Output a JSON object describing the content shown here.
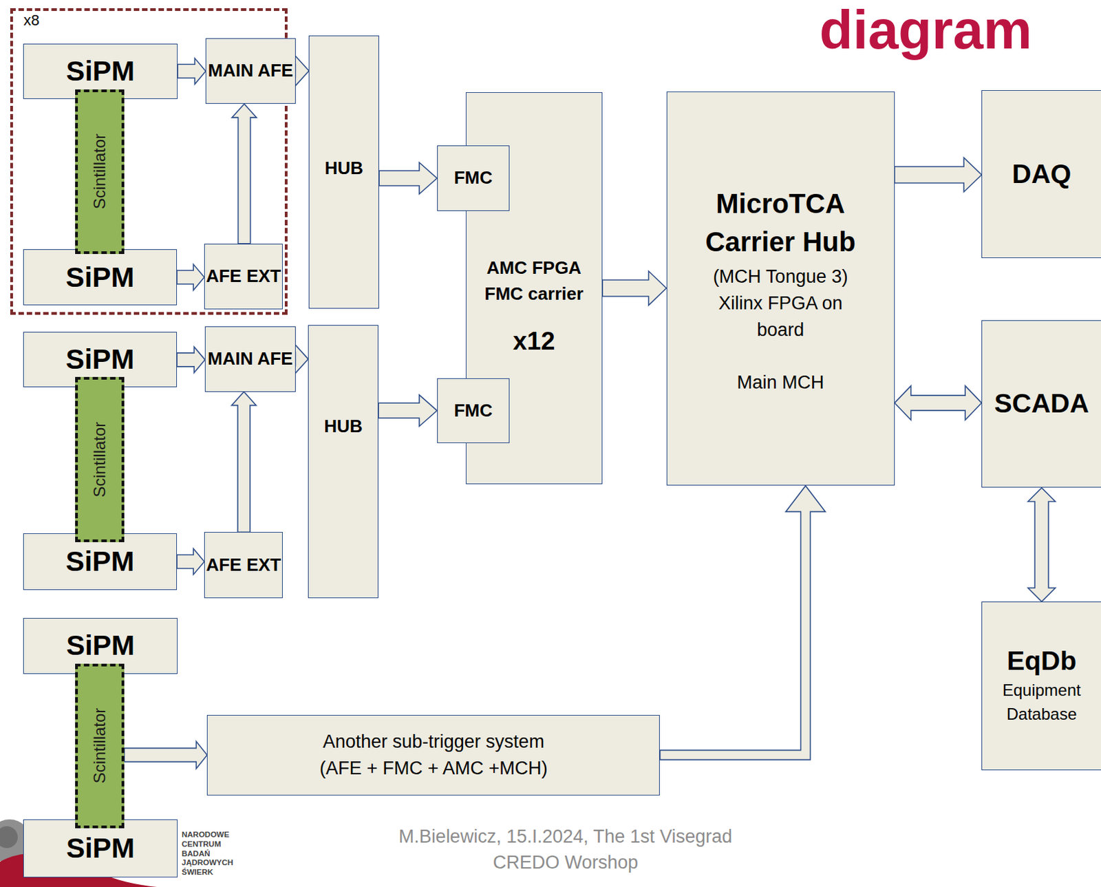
{
  "diagram": {
    "title": "diagram",
    "caption": "M.Bielewicz, 15.I.2024, The 1st Visegrad CREDO Worshop",
    "nodes": [
      {
        "text": [
          "x8"
        ]
      },
      {
        "text": [
          "SiPM"
        ],
        "in": 0
      },
      {
        "text": [
          "MAIN AFE"
        ],
        "in": 0
      },
      {
        "text": [
          "Scintillator"
        ],
        "in": 0
      },
      {
        "text": [
          "SiPM"
        ],
        "in": 0
      },
      {
        "text": [
          "AFE EXT"
        ],
        "in": 0
      },
      {
        "text": [
          "HUB"
        ]
      },
      {
        "text": [
          "SiPM"
        ]
      },
      {
        "text": [
          "MAIN AFE"
        ]
      },
      {
        "text": [
          "Scintillator"
        ]
      },
      {
        "text": [
          "SiPM"
        ]
      },
      {
        "text": [
          "AFE EXT"
        ]
      },
      {
        "text": [
          "HUB"
        ]
      },
      {
        "text": [
          "AMC FPGA FMC carrier",
          "x12"
        ]
      },
      {
        "text": [
          "FMC"
        ],
        "in": 13
      },
      {
        "text": [
          "FMC"
        ],
        "in": 13
      },
      {
        "text": [
          "MicroTCA Carrier Hub",
          "(MCH Tongue 3) Xilinx FPGA on board",
          "Main MCH"
        ]
      },
      {
        "text": [
          "DAQ"
        ]
      },
      {
        "text": [
          "SCADA"
        ]
      },
      {
        "text": [
          "EqDb",
          "Equipment Database"
        ]
      },
      {
        "text": [
          "SiPM"
        ]
      },
      {
        "text": [
          "Scintillator"
        ]
      },
      {
        "text": [
          "SiPM"
        ]
      },
      {
        "text": [
          "Another sub-trigger system (AFE + FMC + AMC +MCH)"
        ]
      }
    ],
    "edges": [
      {
        "from": 1,
        "to": 2,
        "arrow": "to"
      },
      {
        "from": 4,
        "to": 5,
        "arrow": "to"
      },
      {
        "from": 5,
        "to": 2,
        "arrow": "to"
      },
      {
        "from": 2,
        "to": 6,
        "arrow": "to"
      },
      {
        "from": 6,
        "to": 14,
        "arrow": "to"
      },
      {
        "from": 7,
        "to": 8,
        "arrow": "to"
      },
      {
        "from": 10,
        "to": 11,
        "arrow": "to"
      },
      {
        "from": 11,
        "to": 8,
        "arrow": "to"
      },
      {
        "from": 8,
        "to": 12,
        "arrow": "to"
      },
      {
        "from": 12,
        "to": 15,
        "arrow": "to"
      },
      {
        "from": 13,
        "to": 16,
        "arrow": "to"
      },
      {
        "from": 16,
        "to": 17,
        "arrow": "to"
      },
      {
        "from": 16,
        "to": 18,
        "arrow": "both"
      },
      {
        "from": 18,
        "to": 19,
        "arrow": "both"
      },
      {
        "from": 21,
        "to": 23,
        "arrow": "to"
      },
      {
        "from": 23,
        "to": 16,
        "arrow": "to"
      }
    ],
    "labels": [
      "NARODOWE CENTRUM BADAŃ JĄDROWYCH ŚWIERK"
    ]
  }
}
